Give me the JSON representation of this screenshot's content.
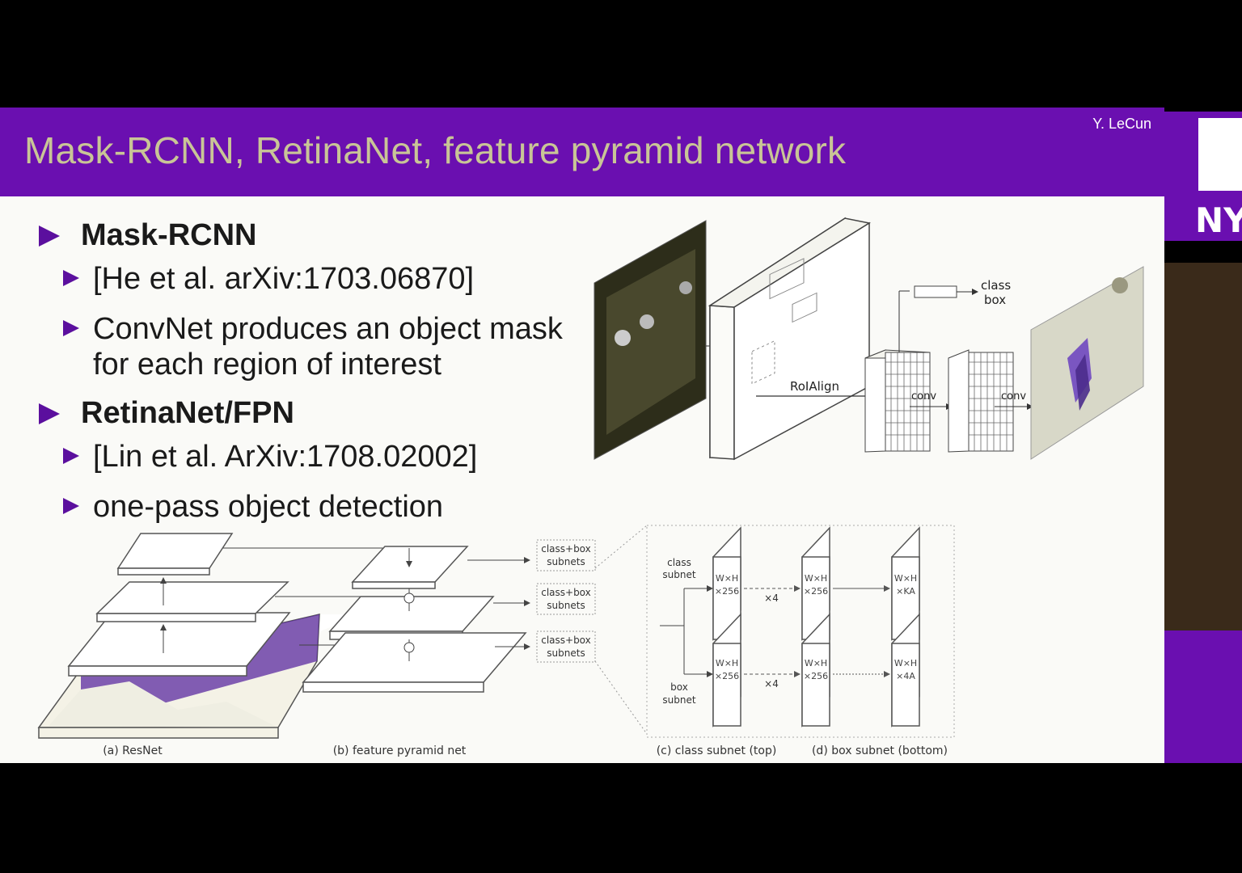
{
  "slide": {
    "title": "Mask-RCNN, RetinaNet, feature pyramid network",
    "author": "Y. LeCun"
  },
  "bullets": {
    "mask_rcnn": "Mask-RCNN",
    "mask_ref": "[He et al. arXiv:1703.06870]",
    "mask_desc_1": "ConvNet produces an object mask",
    "mask_desc_2": "for each region of interest",
    "retinanet": "RetinaNet/FPN",
    "retina_ref": "[Lin et al. ArXiv:1708.02002]",
    "retina_desc": "one-pass object detection"
  },
  "mask_diagram": {
    "roialign": "RoIAlign",
    "class_1": "class",
    "box_1": "box",
    "conv_1": "conv",
    "conv_2": "conv"
  },
  "fpn_diagram": {
    "subnets_1": "class+box",
    "subnets_1b": "subnets",
    "subnets_2": "class+box",
    "subnets_2b": "subnets",
    "subnets_3": "class+box",
    "subnets_3b": "subnets",
    "class_subnet_a": "class",
    "class_subnet_b": "subnet",
    "box_subnet_a": "box",
    "box_subnet_b": "subnet",
    "wh": "W×H",
    "x256": "×256",
    "xKA": "×KA",
    "x4A": "×4A",
    "x4": "×4",
    "cap_a": "(a) ResNet",
    "cap_b": "(b) feature pyramid net",
    "cap_c": "(c) class subnet (top)",
    "cap_d": "(d) box subnet (bottom)"
  },
  "logo": {
    "text": "NY"
  }
}
